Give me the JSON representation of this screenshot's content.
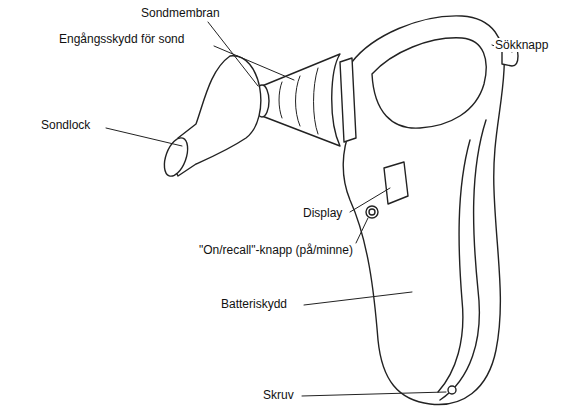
{
  "diagram": {
    "labels": [
      "Sondmembran",
      "Sökknapp",
      "Engångsskydd för sond",
      "Sondlock",
      "Display",
      "\"On/recall\"-knapp (på/minne)",
      "Batteriskydd",
      "Skruv"
    ]
  }
}
